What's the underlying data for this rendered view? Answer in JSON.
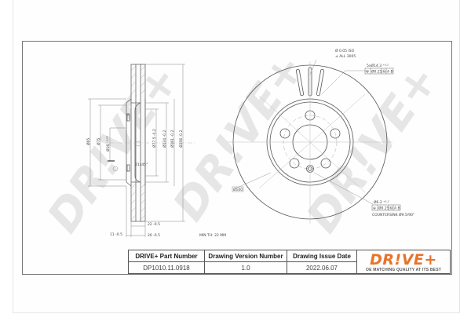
{
  "title_block": {
    "headers": [
      "DRIVE+ Part Number",
      "Drawing Version Number",
      "Drawing Issue Date"
    ],
    "values": [
      "DP1010.11.0918",
      "1.0",
      "2022.06.07"
    ],
    "brand": {
      "logo": "DR!VE+",
      "tagline": "OE MATCHING QUALITY AT ITS BEST",
      "color": "#e8732a"
    }
  },
  "watermark": {
    "text": "DR!VE+",
    "color": "#e4e4e4"
  },
  "side_view": {
    "dims_left": [
      "Ø65",
      "Ø75"
    ],
    "dims_right": [
      "Ø77.5 -0.2",
      "Ø134 -0.2",
      "Ø161 -0.2",
      "Ø256 -0.2"
    ],
    "thickness_labels": [
      "22 -0.5",
      "11 -0.5",
      "26 -0.5"
    ],
    "hat_label": "Ø16 ⁺⁰·⁰⁵",
    "offset_label": "21x45°",
    "min_thickness": "MIN TH: 22 MM"
  },
  "front_view": {
    "top_note_1": "Ø 0.05 ISO",
    "top_note_2": "⊿ ALL 3005",
    "bolt_callout": "5xØ14.3 ⁺⁰·²",
    "bolt_tolerance": [
      "⊕",
      "Ø0.25",
      "Ⓜ",
      "A B"
    ],
    "pin_callout": "Ø6.2 ⁺⁰·²",
    "pin_tolerance": [
      "⊕",
      "Ø0.25",
      "Ⓜ",
      "A B"
    ],
    "countersink": "COUNTERSINK Ø9.5/90°",
    "pcd_label": "Ø100"
  }
}
